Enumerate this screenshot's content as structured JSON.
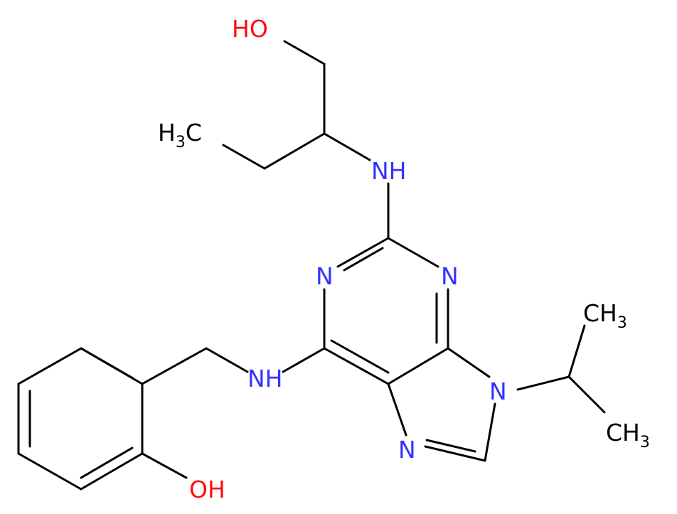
{
  "molecule": {
    "colors": {
      "bond": "#000000",
      "carbon_label": "#000000",
      "nitrogen": "#3333ff",
      "oxygen": "#ff0d0d",
      "background": "#ffffff"
    },
    "labels": {
      "hydroxyl_top": "HO",
      "methyl_ethyl_main": "H",
      "methyl_ethyl_sub": "3",
      "methyl_ethyl_end": "C",
      "amine_upper": "NH",
      "purine_n3": "N",
      "purine_n1": "N",
      "purine_n9": "N",
      "purine_n7": "N",
      "amine_lower": "NH",
      "isopropyl_ch3_top_main": "CH",
      "isopropyl_ch3_top_sub": "3",
      "isopropyl_ch3_bottom_main": "CH",
      "isopropyl_ch3_bottom_sub": "3",
      "phenol_oh": "OH"
    }
  }
}
